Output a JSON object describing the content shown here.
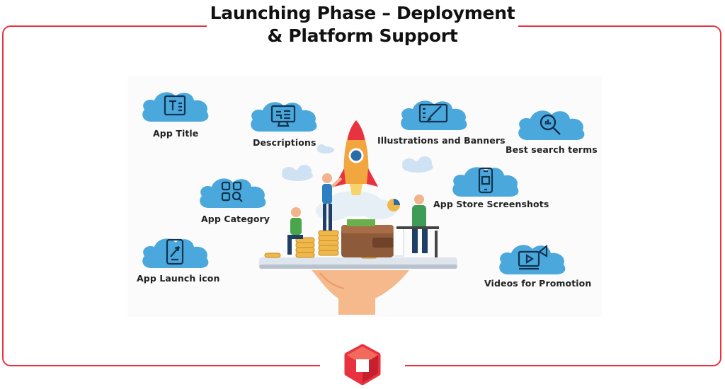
{
  "title": {
    "line1": "Launching Phase – Deployment",
    "line2": "& Platform Support"
  },
  "brand_color": "#e8323f",
  "cloud_color": "#4aa8dd",
  "items": [
    {
      "label": "App Title",
      "icon": "text-document-icon"
    },
    {
      "label": "Descriptions",
      "icon": "monitor-icon"
    },
    {
      "label": "Illustrations and Banners",
      "icon": "drawing-tablet-icon"
    },
    {
      "label": "Best search terms",
      "icon": "search-icon"
    },
    {
      "label": "App Category",
      "icon": "category-grid-icon"
    },
    {
      "label": "App Store Screenshots",
      "icon": "smartphone-icon"
    },
    {
      "label": "App Launch icon",
      "icon": "phone-rocket-icon"
    },
    {
      "label": "Videos for Promotion",
      "icon": "video-megaphone-icon"
    }
  ]
}
